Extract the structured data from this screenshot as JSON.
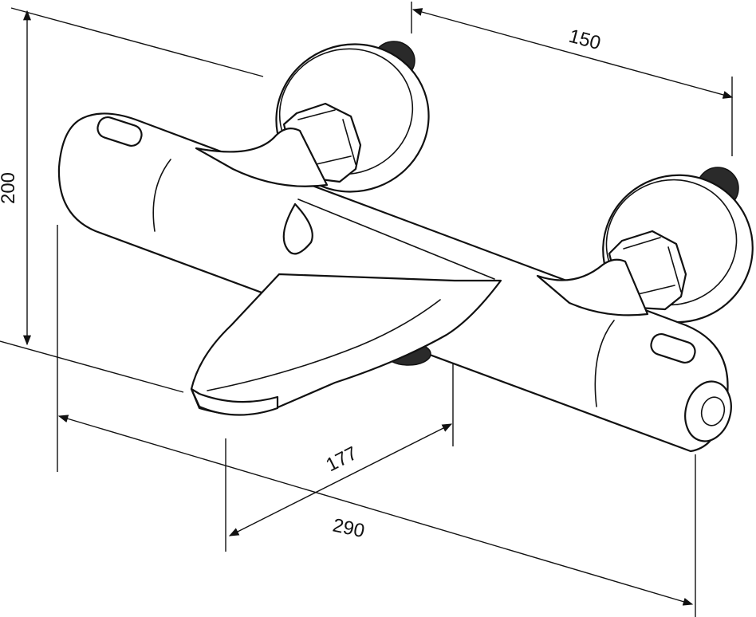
{
  "dimensions": {
    "height": "200",
    "inlet_spacing": "150",
    "spout_projection": "177",
    "body_length": "290"
  }
}
